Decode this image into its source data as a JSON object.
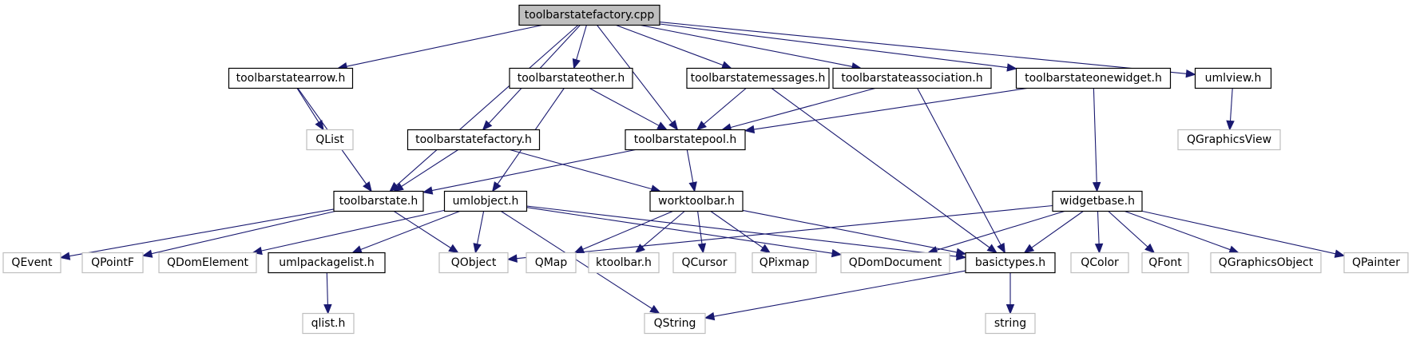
{
  "colors": {
    "edge": "#191970",
    "root_fill": "#bfbfbf",
    "node_stroke": "#000000",
    "external_stroke": "#bfbfbf",
    "text": "#000000"
  },
  "nodes": [
    {
      "id": "toolbarstatefactory_cpp",
      "label": "toolbarstatefactory.cpp",
      "kind": "root"
    },
    {
      "id": "toolbarstatearrow_h",
      "label": "toolbarstatearrow.h",
      "kind": "local"
    },
    {
      "id": "toolbarstateother_h",
      "label": "toolbarstateother.h",
      "kind": "local"
    },
    {
      "id": "toolbarstatemessages_h",
      "label": "toolbarstatemessages.h",
      "kind": "local"
    },
    {
      "id": "toolbarstateassociation_h",
      "label": "toolbarstateassociation.h",
      "kind": "local"
    },
    {
      "id": "toolbarstateonewidget_h",
      "label": "toolbarstateonewidget.h",
      "kind": "local"
    },
    {
      "id": "umlview_h",
      "label": "umlview.h",
      "kind": "local"
    },
    {
      "id": "QList",
      "label": "QList",
      "kind": "external"
    },
    {
      "id": "toolbarstatefactory_h",
      "label": "toolbarstatefactory.h",
      "kind": "local"
    },
    {
      "id": "toolbarstatepool_h",
      "label": "toolbarstatepool.h",
      "kind": "local"
    },
    {
      "id": "QGraphicsView",
      "label": "QGraphicsView",
      "kind": "external"
    },
    {
      "id": "toolbarstate_h",
      "label": "toolbarstate.h",
      "kind": "local"
    },
    {
      "id": "umlobject_h",
      "label": "umlobject.h",
      "kind": "local"
    },
    {
      "id": "worktoolbar_h",
      "label": "worktoolbar.h",
      "kind": "local"
    },
    {
      "id": "widgetbase_h",
      "label": "widgetbase.h",
      "kind": "local"
    },
    {
      "id": "QEvent",
      "label": "QEvent",
      "kind": "external"
    },
    {
      "id": "QPointF",
      "label": "QPointF",
      "kind": "external"
    },
    {
      "id": "QDomElement",
      "label": "QDomElement",
      "kind": "external"
    },
    {
      "id": "umlpackagelist_h",
      "label": "umlpackagelist.h",
      "kind": "local"
    },
    {
      "id": "QObject",
      "label": "QObject",
      "kind": "external"
    },
    {
      "id": "QMap",
      "label": "QMap",
      "kind": "external"
    },
    {
      "id": "ktoolbar_h",
      "label": "ktoolbar.h",
      "kind": "external"
    },
    {
      "id": "QCursor",
      "label": "QCursor",
      "kind": "external"
    },
    {
      "id": "QPixmap",
      "label": "QPixmap",
      "kind": "external"
    },
    {
      "id": "QDomDocument",
      "label": "QDomDocument",
      "kind": "external"
    },
    {
      "id": "basictypes_h",
      "label": "basictypes.h",
      "kind": "local"
    },
    {
      "id": "QColor",
      "label": "QColor",
      "kind": "external"
    },
    {
      "id": "QFont",
      "label": "QFont",
      "kind": "external"
    },
    {
      "id": "QGraphicsObject",
      "label": "QGraphicsObject",
      "kind": "external"
    },
    {
      "id": "QPainter",
      "label": "QPainter",
      "kind": "external"
    },
    {
      "id": "qlist_h",
      "label": "qlist.h",
      "kind": "external"
    },
    {
      "id": "QString",
      "label": "QString",
      "kind": "external"
    },
    {
      "id": "string",
      "label": "string",
      "kind": "external"
    }
  ],
  "edges": [
    {
      "from": "toolbarstatefactory_cpp",
      "to": "toolbarstatearrow_h"
    },
    {
      "from": "toolbarstatefactory_cpp",
      "to": "toolbarstateother_h"
    },
    {
      "from": "toolbarstatefactory_cpp",
      "to": "toolbarstatemessages_h"
    },
    {
      "from": "toolbarstatefactory_cpp",
      "to": "toolbarstateassociation_h"
    },
    {
      "from": "toolbarstatefactory_cpp",
      "to": "toolbarstateonewidget_h"
    },
    {
      "from": "toolbarstatefactory_cpp",
      "to": "umlview_h"
    },
    {
      "from": "toolbarstatefactory_cpp",
      "to": "toolbarstatefactory_h"
    },
    {
      "from": "toolbarstatefactory_cpp",
      "to": "toolbarstatepool_h"
    },
    {
      "from": "toolbarstatefactory_cpp",
      "to": "toolbarstate_h"
    },
    {
      "from": "toolbarstatearrow_h",
      "to": "QList"
    },
    {
      "from": "toolbarstatearrow_h",
      "to": "toolbarstate_h"
    },
    {
      "from": "toolbarstateother_h",
      "to": "toolbarstatepool_h"
    },
    {
      "from": "toolbarstateother_h",
      "to": "umlobject_h"
    },
    {
      "from": "toolbarstatemessages_h",
      "to": "toolbarstatepool_h"
    },
    {
      "from": "toolbarstatemessages_h",
      "to": "basictypes_h"
    },
    {
      "from": "toolbarstateassociation_h",
      "to": "toolbarstatepool_h"
    },
    {
      "from": "toolbarstateassociation_h",
      "to": "basictypes_h"
    },
    {
      "from": "toolbarstateonewidget_h",
      "to": "toolbarstatepool_h"
    },
    {
      "from": "toolbarstateonewidget_h",
      "to": "widgetbase_h"
    },
    {
      "from": "umlview_h",
      "to": "QGraphicsView"
    },
    {
      "from": "toolbarstatefactory_h",
      "to": "toolbarstate_h"
    },
    {
      "from": "toolbarstatefactory_h",
      "to": "worktoolbar_h"
    },
    {
      "from": "toolbarstatepool_h",
      "to": "toolbarstate_h"
    },
    {
      "from": "toolbarstatepool_h",
      "to": "worktoolbar_h"
    },
    {
      "from": "toolbarstate_h",
      "to": "QEvent"
    },
    {
      "from": "toolbarstate_h",
      "to": "QPointF"
    },
    {
      "from": "toolbarstate_h",
      "to": "QObject"
    },
    {
      "from": "umlobject_h",
      "to": "QDomElement"
    },
    {
      "from": "umlobject_h",
      "to": "umlpackagelist_h"
    },
    {
      "from": "umlobject_h",
      "to": "QObject"
    },
    {
      "from": "umlobject_h",
      "to": "QDomDocument"
    },
    {
      "from": "umlobject_h",
      "to": "basictypes_h"
    },
    {
      "from": "umlobject_h",
      "to": "QString"
    },
    {
      "from": "worktoolbar_h",
      "to": "QMap"
    },
    {
      "from": "worktoolbar_h",
      "to": "ktoolbar_h"
    },
    {
      "from": "worktoolbar_h",
      "to": "QCursor"
    },
    {
      "from": "worktoolbar_h",
      "to": "QPixmap"
    },
    {
      "from": "worktoolbar_h",
      "to": "basictypes_h"
    },
    {
      "from": "widgetbase_h",
      "to": "QObject"
    },
    {
      "from": "widgetbase_h",
      "to": "QDomDocument"
    },
    {
      "from": "widgetbase_h",
      "to": "basictypes_h"
    },
    {
      "from": "widgetbase_h",
      "to": "QColor"
    },
    {
      "from": "widgetbase_h",
      "to": "QFont"
    },
    {
      "from": "widgetbase_h",
      "to": "QGraphicsObject"
    },
    {
      "from": "widgetbase_h",
      "to": "QPainter"
    },
    {
      "from": "umlpackagelist_h",
      "to": "qlist_h"
    },
    {
      "from": "basictypes_h",
      "to": "QString"
    },
    {
      "from": "basictypes_h",
      "to": "string"
    }
  ]
}
